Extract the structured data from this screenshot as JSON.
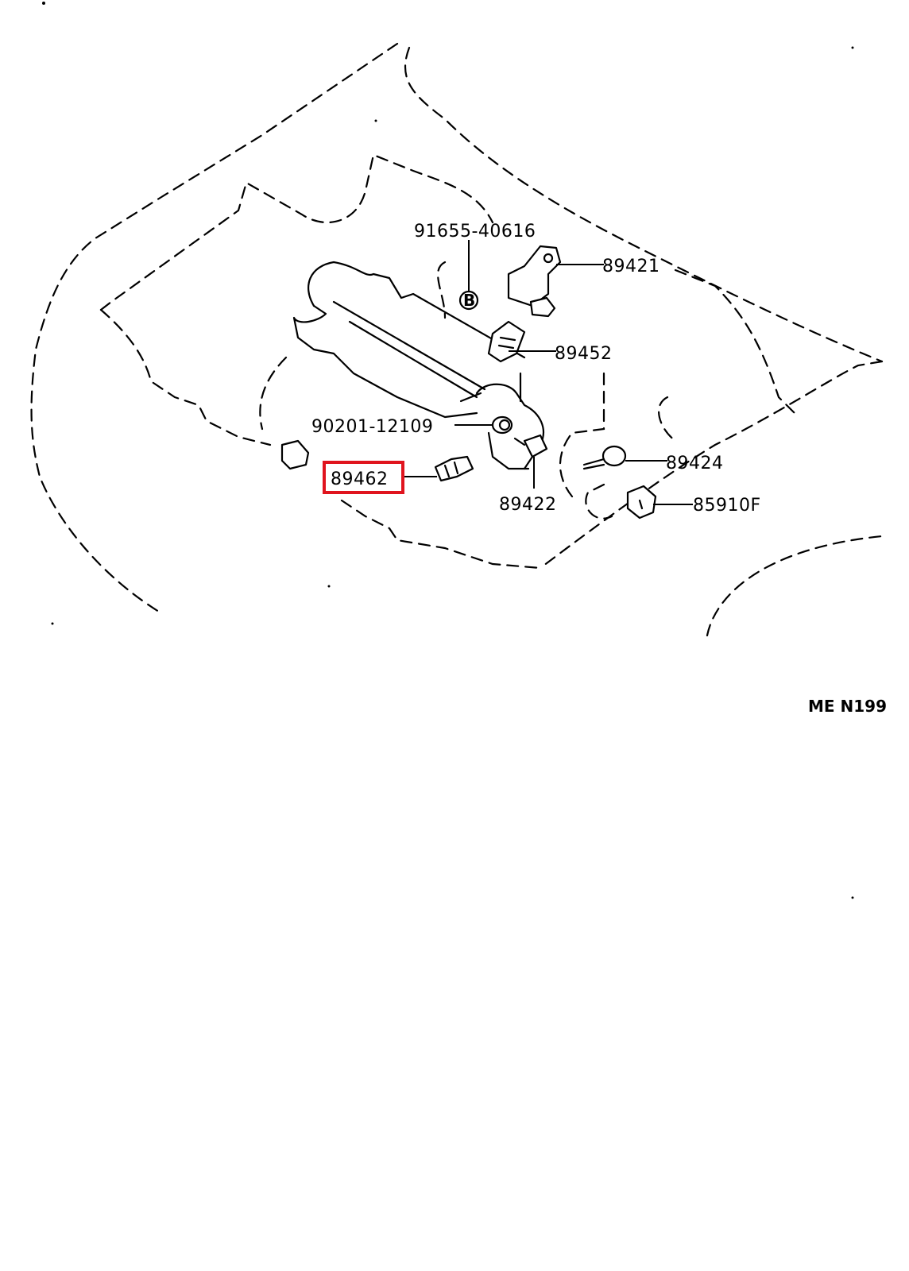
{
  "diagram": {
    "parts": [
      {
        "id": "p91655",
        "number": "91655-40616"
      },
      {
        "id": "p89421",
        "number": "89421"
      },
      {
        "id": "p89452",
        "number": "89452"
      },
      {
        "id": "p90201",
        "number": "90201-12109"
      },
      {
        "id": "p89424",
        "number": "89424"
      },
      {
        "id": "p89462",
        "number": "89462",
        "highlighted": true
      },
      {
        "id": "p89422",
        "number": "89422"
      },
      {
        "id": "p85910",
        "number": "85910F"
      }
    ],
    "callout_marker": "B",
    "reference_code": "ME N199",
    "highlight_color": "#e0141e"
  }
}
